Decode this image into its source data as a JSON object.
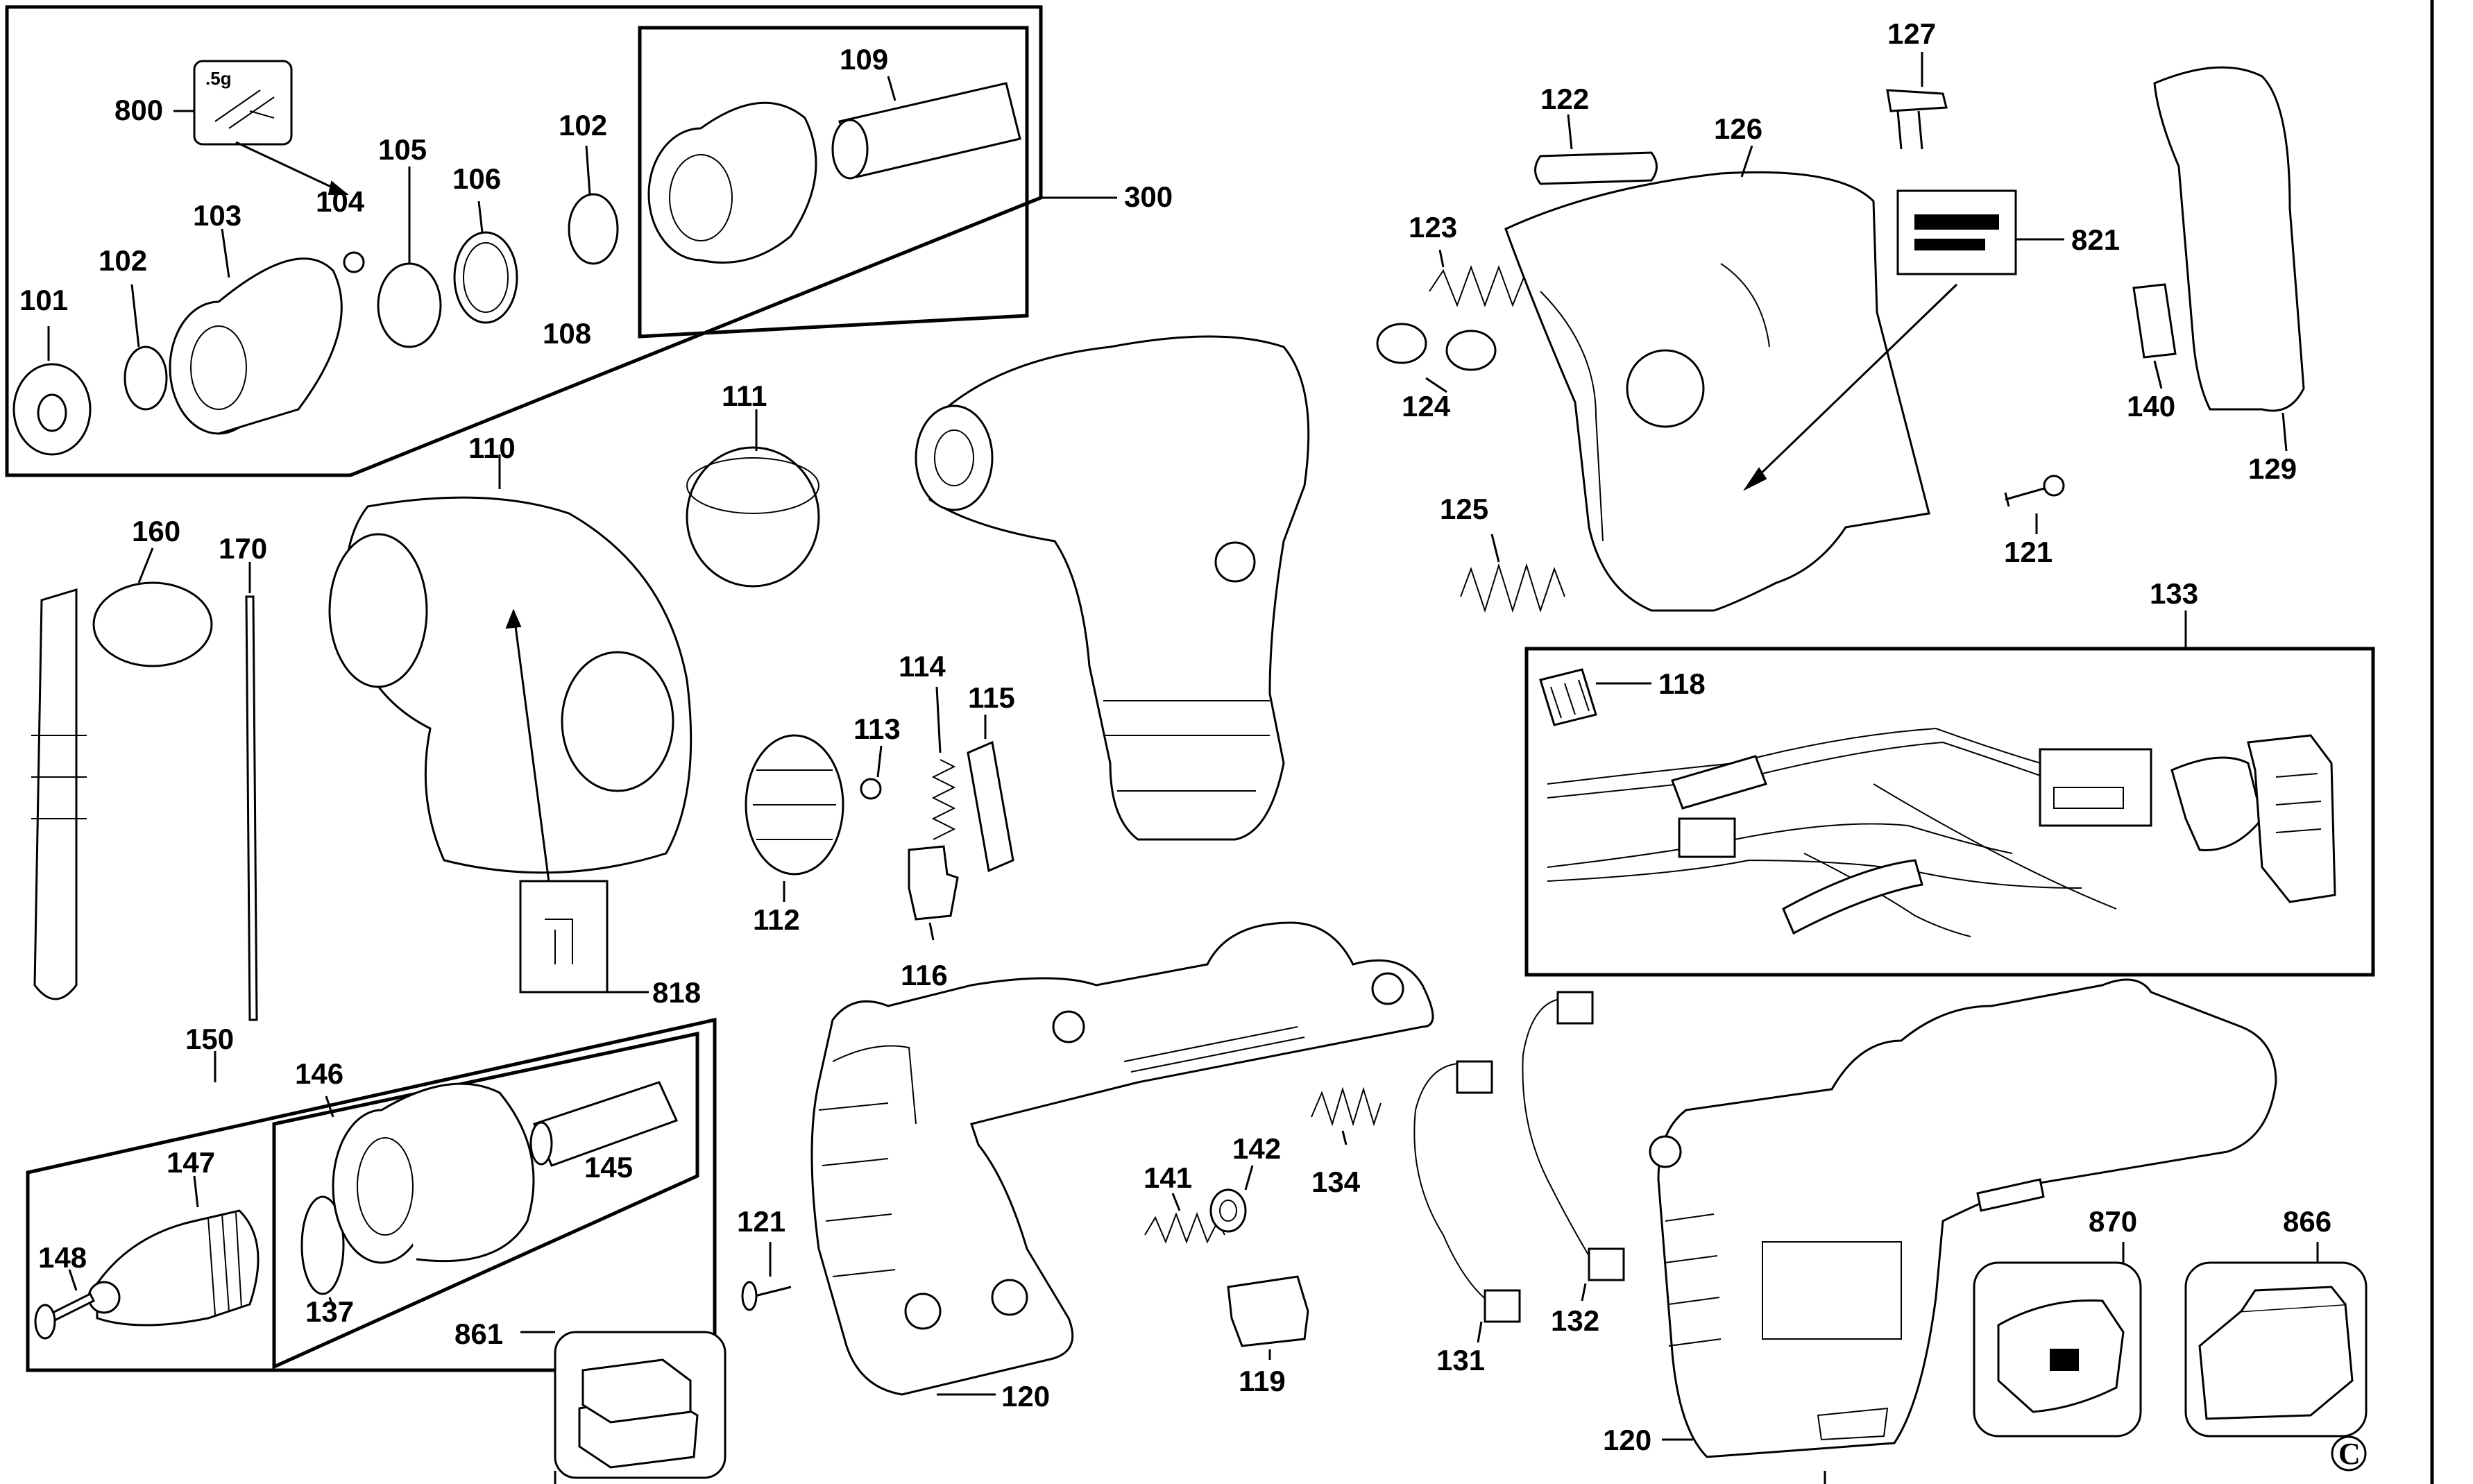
{
  "diagram": {
    "copyright_mark": "C",
    "labels": {
      "p101": "101",
      "p102a": "102",
      "p102b": "102",
      "p103": "103",
      "p104": "104",
      "p105": "105",
      "p106": "106",
      "p108": "108",
      "p109": "109",
      "p110": "110",
      "p111": "111",
      "p112": "112",
      "p113": "113",
      "p114": "114",
      "p115": "115",
      "p116": "116",
      "p118": "118",
      "p119": "119",
      "p120a": "120",
      "p120b": "120",
      "p121a": "121",
      "p121b": "121",
      "p122": "122",
      "p123": "123",
      "p124": "124",
      "p125": "125",
      "p126": "126",
      "p127": "127",
      "p129": "129",
      "p131": "131",
      "p132": "132",
      "p133": "133",
      "p134": "134",
      "p137": "137",
      "p140": "140",
      "p141": "141",
      "p142": "142",
      "p145": "145",
      "p146": "146",
      "p147": "147",
      "p148": "148",
      "p150": "150",
      "p160": "160",
      "p170": "170",
      "p300": "300",
      "p800": "800",
      "p818": "818",
      "p821": "821",
      "p861": "861",
      "p866": "866",
      "p870": "870"
    },
    "kit_weight": ".5g"
  }
}
